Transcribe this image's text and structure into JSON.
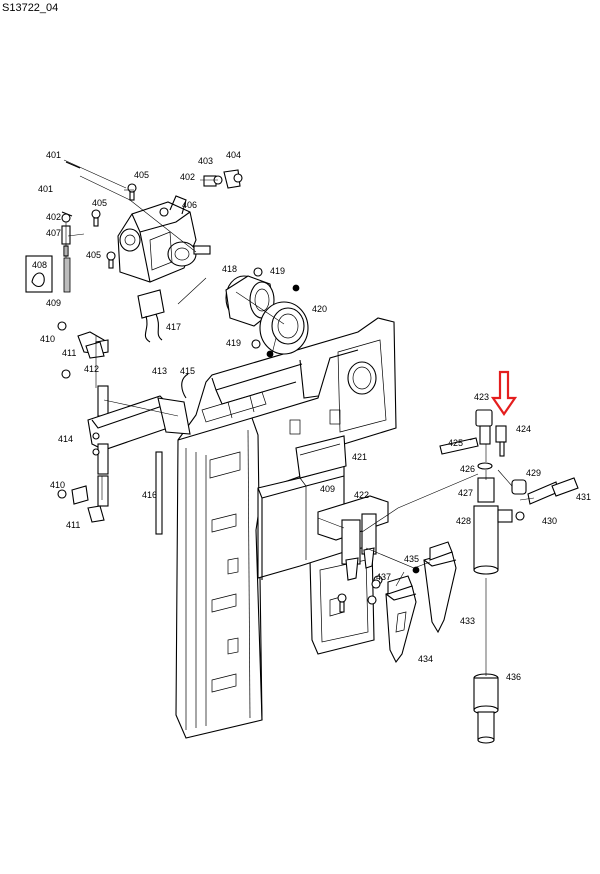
{
  "figure_id": "S13722_04",
  "highlight": {
    "color": "#e41e1e",
    "target": "424"
  },
  "labels": {
    "401a": "401",
    "401b": "401",
    "402a": "402",
    "402b": "402",
    "403": "403",
    "404": "404",
    "405a": "405",
    "405b": "405",
    "405c": "405",
    "406": "406",
    "407": "407",
    "408": "408",
    "409a": "409",
    "409b": "409",
    "410a": "410",
    "410b": "410",
    "411a": "411",
    "411b": "411",
    "412": "412",
    "413": "413",
    "414": "414",
    "415": "415",
    "416": "416",
    "417": "417",
    "418": "418",
    "419a": "419",
    "419b": "419",
    "420": "420",
    "421": "421",
    "422": "422",
    "423": "423",
    "424": "424",
    "425": "425",
    "426": "426",
    "427": "427",
    "428": "428",
    "429": "429",
    "430": "430",
    "431": "431",
    "433": "433",
    "434": "434",
    "435": "435",
    "436": "436",
    "437": "437"
  }
}
